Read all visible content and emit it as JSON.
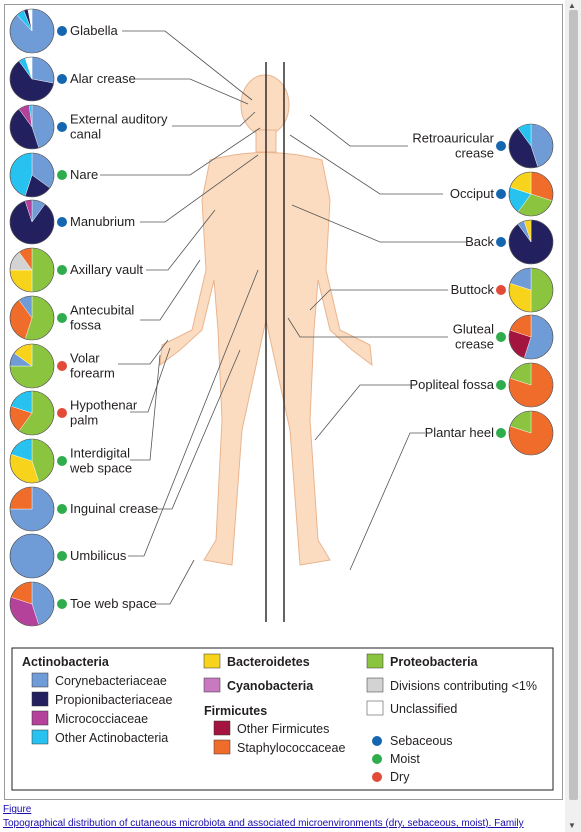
{
  "sites_left": [
    {
      "label": [
        "Glabella"
      ],
      "env": "sebaceous",
      "slices": [
        0.88,
        0.06,
        0.03,
        0.03
      ]
    },
    {
      "label": [
        "Alar crease"
      ],
      "env": "sebaceous",
      "slices": [
        0.28,
        0.62,
        0.05,
        0.05
      ]
    },
    {
      "label": [
        "External auditory",
        "canal"
      ],
      "env": "sebaceous",
      "slices": [
        0.45,
        0.45,
        0.08,
        0.02
      ]
    },
    {
      "label": [
        "Nare"
      ],
      "env": "moist",
      "slices": [
        0.35,
        0.2,
        0.45
      ]
    },
    {
      "label": [
        "Manubrium"
      ],
      "env": "sebaceous",
      "slices": [
        0.1,
        0.85,
        0.05
      ]
    },
    {
      "label": [
        "Axillary vault"
      ],
      "env": "moist",
      "slices": [
        0.5,
        0.25,
        0.15,
        0.1
      ]
    },
    {
      "label": [
        "Antecubital",
        "fossa"
      ],
      "env": "moist",
      "slices": [
        0.55,
        0.35,
        0.1
      ]
    },
    {
      "label": [
        "Volar",
        "forearm"
      ],
      "env": "dry",
      "slices": [
        0.75,
        0.1,
        0.15
      ]
    },
    {
      "label": [
        "Hypothenar",
        "palm"
      ],
      "env": "dry",
      "slices": [
        0.6,
        0.2,
        0.2
      ]
    },
    {
      "label": [
        "Interdigital",
        "web space"
      ],
      "env": "moist",
      "slices": [
        0.45,
        0.35,
        0.2
      ]
    },
    {
      "label": [
        "Inguinal crease"
      ],
      "env": "moist",
      "slices": [
        0.75,
        0.25
      ]
    },
    {
      "label": [
        "Umbilicus"
      ],
      "env": "moist",
      "slices": [
        1.0
      ]
    },
    {
      "label": [
        "Toe web space"
      ],
      "env": "moist",
      "slices": [
        0.45,
        0.35,
        0.2
      ]
    }
  ],
  "sites_right": [
    {
      "label": [
        "Retroauricular",
        "crease"
      ],
      "env": "sebaceous",
      "slices": [
        0.45,
        0.45,
        0.1
      ]
    },
    {
      "label": [
        "Occiput"
      ],
      "env": "sebaceous",
      "slices": [
        0.3,
        0.3,
        0.2,
        0.2
      ]
    },
    {
      "label": [
        "Back"
      ],
      "env": "sebaceous",
      "slices": [
        0.9,
        0.05,
        0.05
      ]
    },
    {
      "label": [
        "Buttock"
      ],
      "env": "dry",
      "slices": [
        0.5,
        0.3,
        0.2
      ]
    },
    {
      "label": [
        "Gluteal",
        "crease"
      ],
      "env": "moist",
      "slices": [
        0.55,
        0.25,
        0.2
      ]
    },
    {
      "label": [
        "Popliteal fossa"
      ],
      "env": "moist",
      "slices": [
        0.8,
        0.2
      ]
    },
    {
      "label": [
        "Plantar heel"
      ],
      "env": "moist",
      "slices": [
        0.8,
        0.2
      ]
    }
  ],
  "legend": {
    "actinobacteria": {
      "title": "Actinobacteria",
      "items": [
        {
          "label": "Corynebacteriaceae",
          "color": "#6f9bd6"
        },
        {
          "label": "Propionibacteriaceae",
          "color": "#23205f"
        },
        {
          "label": "Micrococciaceae",
          "color": "#b4419a"
        },
        {
          "label": "Other Actinobacteria",
          "color": "#27c2f0"
        }
      ]
    },
    "bacteroidetes": {
      "label": "Bacteroidetes",
      "color": "#f8d31c"
    },
    "cyanobacteria": {
      "label": "Cyanobacteria",
      "color": "#c879c0"
    },
    "firmicutes": {
      "title": "Firmicutes",
      "items": [
        {
          "label": "Other Firmicutes",
          "color": "#a3153e"
        },
        {
          "label": "Staphylococcaceae",
          "color": "#ef6c2a"
        }
      ]
    },
    "proteobacteria": {
      "label": "Proteobacteria",
      "color": "#8bc53f"
    },
    "divisions": {
      "label": "Divisions contributing <1%",
      "color": "#d3d3d3"
    },
    "unclassified": {
      "label": "Unclassified",
      "color": "#ffffff"
    },
    "environments": [
      {
        "label": "Sebaceous",
        "color": "#1566b0"
      },
      {
        "label": "Moist",
        "color": "#2fac4b"
      },
      {
        "label": "Dry",
        "color": "#e24b37"
      }
    ]
  },
  "env_colors": {
    "sebaceous": "#1566b0",
    "moist": "#2fac4b",
    "dry": "#e24b37"
  },
  "slice_colors_left": [
    [
      "#6f9bd6",
      "#27c2f0",
      "#23205f",
      "#ffffff"
    ],
    [
      "#6f9bd6",
      "#23205f",
      "#27c2f0",
      "#ffffff"
    ],
    [
      "#6f9bd6",
      "#23205f",
      "#b4419a",
      "#27c2f0"
    ],
    [
      "#6f9bd6",
      "#23205f",
      "#27c2f0"
    ],
    [
      "#6f9bd6",
      "#23205f",
      "#b4419a"
    ],
    [
      "#8bc53f",
      "#f8d31c",
      "#d3d3d3",
      "#ef6c2a"
    ],
    [
      "#8bc53f",
      "#ef6c2a",
      "#6f9bd6"
    ],
    [
      "#8bc53f",
      "#6f9bd6",
      "#f8d31c"
    ],
    [
      "#8bc53f",
      "#ef6c2a",
      "#27c2f0"
    ],
    [
      "#8bc53f",
      "#f8d31c",
      "#27c2f0"
    ],
    [
      "#6f9bd6",
      "#ef6c2a"
    ],
    [
      "#6f9bd6"
    ],
    [
      "#6f9bd6",
      "#b4419a",
      "#ef6c2a"
    ]
  ],
  "slice_colors_right": [
    [
      "#6f9bd6",
      "#23205f",
      "#27c2f0"
    ],
    [
      "#ef6c2a",
      "#8bc53f",
      "#27c2f0",
      "#f8d31c"
    ],
    [
      "#23205f",
      "#6f9bd6",
      "#f8d31c"
    ],
    [
      "#8bc53f",
      "#f8d31c",
      "#6f9bd6"
    ],
    [
      "#6f9bd6",
      "#a3153e",
      "#ef6c2a"
    ],
    [
      "#ef6c2a",
      "#8bc53f"
    ],
    [
      "#ef6c2a",
      "#8bc53f"
    ]
  ],
  "caption": {
    "link": "Figure",
    "text": "Topographical distribution of cutaneous microbiota and associated microenvironments (dry, sebaceous, moist). Family"
  }
}
